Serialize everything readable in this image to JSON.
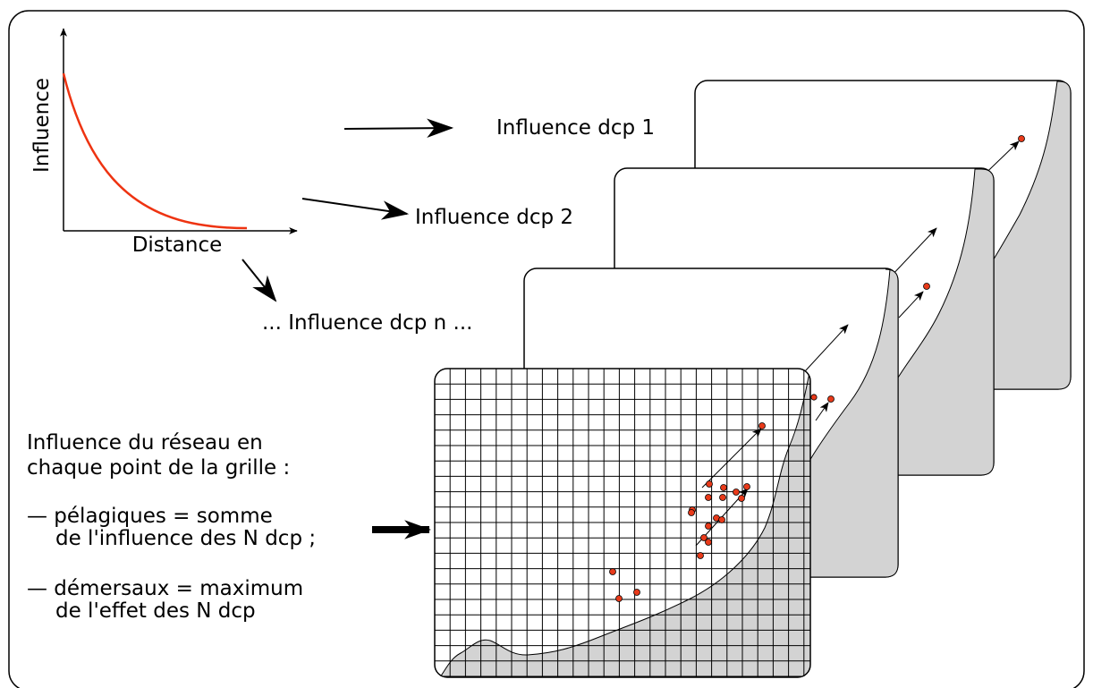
{
  "curve": {
    "ylabel": "Influence",
    "xlabel": "Distance",
    "curve_color": "#ee3311"
  },
  "layers": [
    {
      "label": "Influence dcp 1"
    },
    {
      "label": "Influence dcp 2"
    },
    {
      "label": "... Influence dcp n ..."
    }
  ],
  "explanation": {
    "line1": "Influence du réseau en",
    "line2": "chaque point de la grille :",
    "pelagic_line1": "— pélagiques = somme",
    "pelagic_line2": "de l'influence des N dcp ;",
    "demersal_line1": "— démersaux = maximum",
    "demersal_line2": "de l'effet des N dcp"
  },
  "colors": {
    "land": "#d3d3d3",
    "dcp_point": "#e83a1a",
    "stroke": "#000000"
  }
}
